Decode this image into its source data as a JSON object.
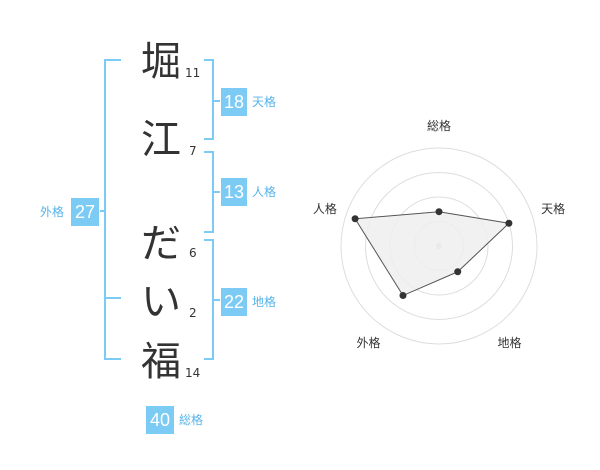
{
  "name": {
    "chars": [
      {
        "char": "堀",
        "strokes": "11"
      },
      {
        "char": "江",
        "strokes": "7"
      },
      {
        "char": "だ",
        "strokes": "6"
      },
      {
        "char": "い",
        "strokes": "2"
      },
      {
        "char": "福",
        "strokes": "14"
      }
    ]
  },
  "fortunes": {
    "tenkaku": {
      "value": "18",
      "label": "天格"
    },
    "jinkaku": {
      "value": "13",
      "label": "人格"
    },
    "chikaku": {
      "value": "22",
      "label": "地格"
    },
    "gaikaku": {
      "value": "27",
      "label": "外格"
    },
    "soukaku": {
      "value": "40",
      "label": "総格"
    }
  },
  "colors": {
    "accent": "#7ccbf5",
    "accent_text": "#56b4ea",
    "ink": "#333333",
    "grid": "#dddddd",
    "radar_fill": "#eeeeee"
  },
  "chart_data": {
    "type": "radar",
    "axes": [
      "総格",
      "天格",
      "地格",
      "外格",
      "人格"
    ],
    "rings": 4,
    "max": 4,
    "values": [
      1.4,
      3.0,
      1.3,
      2.5,
      3.6
    ]
  }
}
